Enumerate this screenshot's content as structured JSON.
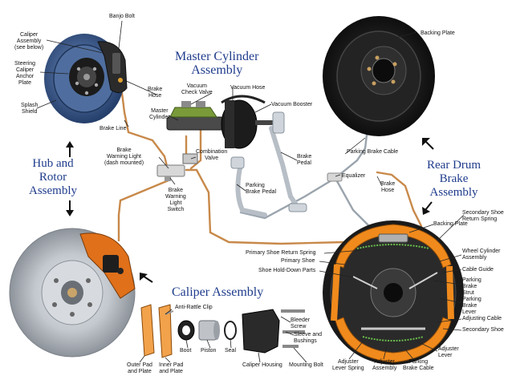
{
  "titles": {
    "master_cylinder": [
      "Master Cylinder",
      "Assembly"
    ],
    "hub_rotor": [
      "Hub and",
      "Rotor",
      "Assembly"
    ],
    "rear_drum": [
      "Rear Drum",
      "Brake",
      "Assembly"
    ],
    "caliper": "Caliper Assembly"
  },
  "labels": {
    "banjo_bolt": "Banjo Bolt",
    "caliper_assembly": [
      "Caliper",
      "Assembly",
      "(see below)"
    ],
    "steering_caliper_anchor_plate": [
      "Steering",
      "Caliper",
      "Anchor",
      "Plate"
    ],
    "splash_shield": [
      "Splash",
      "Shield"
    ],
    "brake_hose_front": [
      "Brake",
      "Hose"
    ],
    "master_cylinder": [
      "Master",
      "Cylinder"
    ],
    "vacuum_check_valve": [
      "Vacuum",
      "Check Valve"
    ],
    "vacuum_hose": "Vacuum Hose",
    "vacuum_booster": "Vacuum Booster",
    "brake_line": "Brake Line",
    "brake_warning_light": [
      "Brake",
      "Warning Light",
      "(dash mounted)"
    ],
    "combination_valve": [
      "Combination",
      "Valve"
    ],
    "brake_pedal": [
      "Brake",
      "Pedal"
    ],
    "parking_brake_pedal": [
      "Parking",
      "Brake Pedal"
    ],
    "brake_warning_light_switch": [
      "Brake",
      "Warning",
      "Light",
      "Switch"
    ],
    "backing_plate_top": "Backing Plate",
    "parking_brake_cable_top": "Parking Brake Cable",
    "equalizer": "Equalizer",
    "brake_hose_rear": [
      "Brake",
      "Hose"
    ],
    "backing_plate_bottom": "Backing Plate",
    "secondary_shoe_return_spring": [
      "Secondary Shoe",
      "Return Spring"
    ],
    "primary_shoe_return_spring": "Primary Shoe Return Spring",
    "primary_shoe": "Primary Shoe",
    "shoe_hold_down_parts": "Shoe Hold-Down Parts",
    "wheel_cylinder_assembly": [
      "Wheel Cylinder",
      "Assembly"
    ],
    "cable_guide": "Cable Guide",
    "parking_brake_strut": [
      "Parking",
      "Brake",
      "Strut"
    ],
    "parking_brake_lever": [
      "Parking",
      "Brake",
      "Lever"
    ],
    "adjusting_cable": "Adjusting Cable",
    "secondary_shoe": "Secondary Shoe",
    "adjuster_lever": [
      "Adjuster",
      "Lever"
    ],
    "adjuster_lever_spring": [
      "Adjuster",
      "Lever Spring"
    ],
    "adjuster_assembly": [
      "Adjuster",
      "Assembly"
    ],
    "parking_brake_cable_bottom": [
      "Parking",
      "Brake Cable"
    ],
    "anti_rattle_clip": "Anti-Rattle Clip",
    "bleeder_screw": [
      "Bleeder",
      "Screw"
    ],
    "sleeve_and_bushings": [
      "Sleeve and",
      "Bushings"
    ],
    "outer_pad_and_plate": [
      "Outer Pad",
      "and Plate"
    ],
    "inner_pad_and_plate": [
      "Inner Pad",
      "and Plate"
    ],
    "boot": "Boot",
    "piston": "Piston",
    "seal": "Seal",
    "caliper_housing": "Caliper Housing",
    "mounting_bolt": "Mounting Bolt"
  },
  "colors": {
    "title_blue": "#1f3c8c",
    "brake_line": "#c8894a",
    "cable_gray": "#9aa4ad",
    "caliper_orange": "#e0701a",
    "drum_dark": "#1a1a1a",
    "rotor_gray": "#b9bec4",
    "shield_blue": "#3d5f95",
    "shoe_orange": "#f08a1c",
    "leader": "#222222"
  }
}
